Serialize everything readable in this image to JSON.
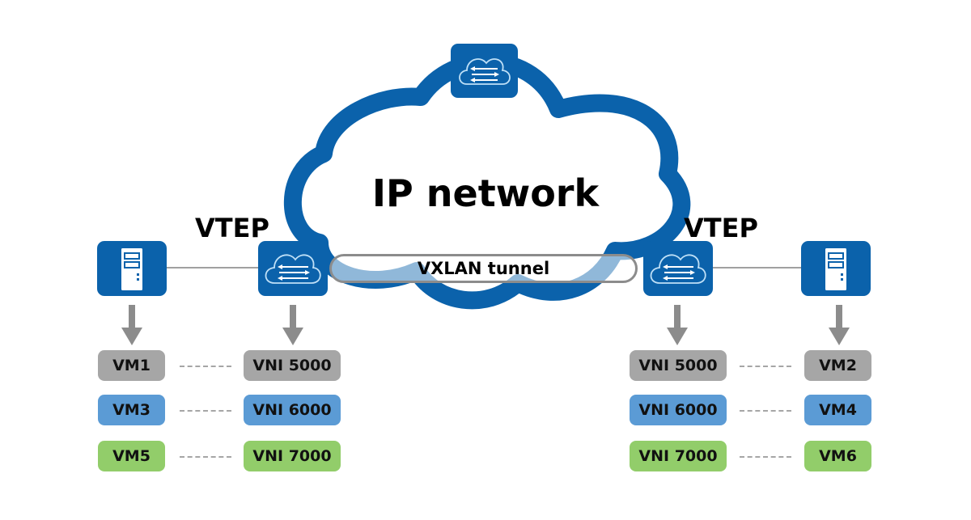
{
  "cloud": {
    "title": "IP network",
    "color": "#0b62ab"
  },
  "tunnel": {
    "label": "VXLAN tunnel"
  },
  "vteps": {
    "left": {
      "label": "VTEP",
      "icon": "cloud-switch-icon"
    },
    "right": {
      "label": "VTEP",
      "icon": "cloud-switch-icon"
    },
    "top": {
      "icon": "cloud-switch-icon"
    }
  },
  "hosts": {
    "left": {
      "icon": "server-icon"
    },
    "right": {
      "icon": "server-icon"
    }
  },
  "left_side": {
    "vms": [
      {
        "label": "VM1",
        "color": "#a6a6a6"
      },
      {
        "label": "VM3",
        "color": "#5b9bd5"
      },
      {
        "label": "VM5",
        "color": "#92cd6a"
      }
    ],
    "vnis": [
      {
        "label": "VNI 5000",
        "color": "#a6a6a6"
      },
      {
        "label": "VNI 6000",
        "color": "#5b9bd5"
      },
      {
        "label": "VNI 7000",
        "color": "#92cd6a"
      }
    ]
  },
  "right_side": {
    "vnis": [
      {
        "label": "VNI 5000",
        "color": "#a6a6a6"
      },
      {
        "label": "VNI 6000",
        "color": "#5b9bd5"
      },
      {
        "label": "VNI 7000",
        "color": "#92cd6a"
      }
    ],
    "vms": [
      {
        "label": "VM2",
        "color": "#a6a6a6"
      },
      {
        "label": "VM4",
        "color": "#5b9bd5"
      },
      {
        "label": "VM6",
        "color": "#92cd6a"
      }
    ]
  }
}
